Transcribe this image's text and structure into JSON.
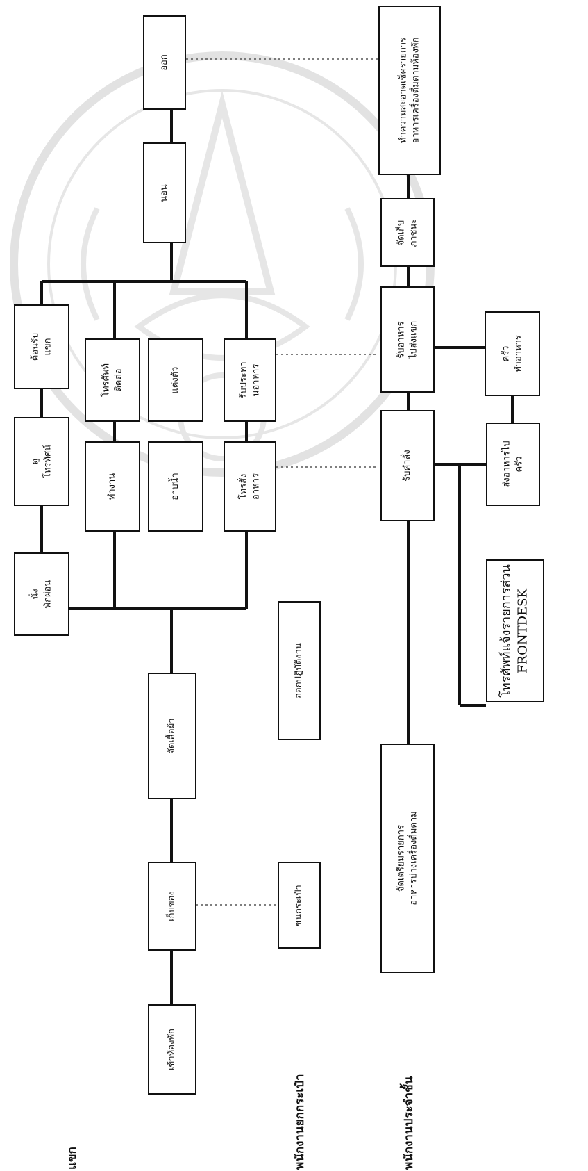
{
  "lanes": {
    "guest": "แขก",
    "bellboy": "พนักงานยกกระเป๋า",
    "floor_staff": "พนักงานประจำชั้น"
  },
  "boxes": {
    "check_in": "เข้าห้องพัก",
    "store_items": "เก็บของ",
    "arrange_clothes": "จัดเสื้อผ้า",
    "sit_rest": "นั่ง\nพักผ่อน",
    "watch_tv": "ดู\nโทรทัศน์",
    "receive_guest": "ต้อนรับ\nแขก",
    "work": "ทำงาน",
    "phone_contact": "โทรศัพท์\nติดต่อ",
    "bathe": "อาบน้ำ",
    "dress": "แต่งตัว",
    "order_food": "โทรสั่ง\nอาหาร",
    "eat_food": "รับประทา\nนอาหาร",
    "sleep": "นอน",
    "go_out": "ออก",
    "carry_bags": "ขนกระเป๋า",
    "do_duty": "ออกปฏิบัติงาน",
    "prepare_items": "จัดเตรียมรายการ\nอาหารบ่างเครื่องดื่มตาม",
    "take_order": "รับคำสั่ง",
    "deliver_food": "รับอาหาร\nไปส่งแขก",
    "collect_dishes": "จัดเก็บ\nภาชนะ",
    "clean_room": "ทำความสะอาดเช็ครายการ\nอาหารเครื่องดื่มตามห้องพัก",
    "phone_frontdesk": "โทรศัพท์แจ้งรายการส่วน\nFRONTDESK",
    "send_to_kitchen": "ส่งอาหารไป\nครัว",
    "kitchen_cook": "ครัว\nทำอาหาร"
  }
}
